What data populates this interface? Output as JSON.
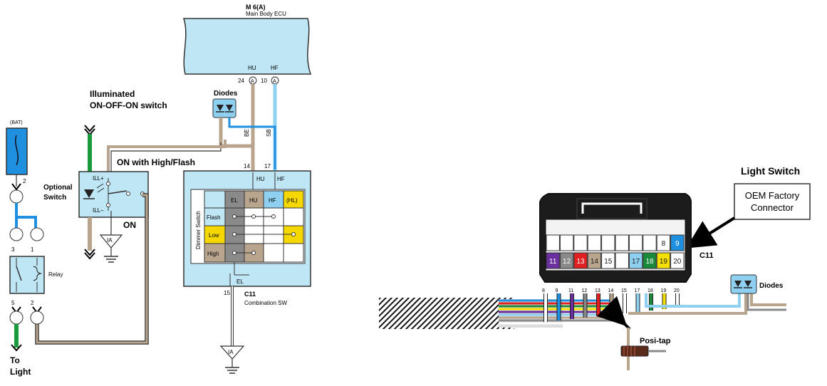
{
  "ecu": {
    "code": "M 6(A)",
    "name": "Main Body ECU",
    "pin_hu_name": "HU",
    "pin_hf_name": "HF",
    "pin_hu_num": "24",
    "pin_hf_num": "10",
    "pin_letter": "A"
  },
  "diodes_left": "Diodes",
  "switch_title": {
    "line1": "Illuminated",
    "line2": "ON-OFF-ON switch"
  },
  "bat": "(BAT)",
  "fuse_pin": "2",
  "optional_switch": {
    "line1": "Optional",
    "line2": "Switch"
  },
  "ill_plus": "ILL+",
  "ill_minus": "ILL–",
  "on_high_flash": "ON with High/Flash",
  "on_label": "ON",
  "ia": "IA",
  "relay": {
    "label": "Relay",
    "pin3": "3",
    "pin1": "1",
    "pin5": "5",
    "pin2": "2"
  },
  "to_light": {
    "line1": "To",
    "line2": "Light"
  },
  "wires": {
    "be": "BE",
    "sb": "SB"
  },
  "combo": {
    "pin14": "14",
    "pin17": "17",
    "hu": "HU",
    "hf": "HF",
    "dimmer_switch": "Dimmer Switch",
    "col_el": "EL",
    "col_hu": "HU",
    "col_hf": "HF",
    "col_hl": "(HL)",
    "row_flash": "Flash",
    "row_low": "Low",
    "row_high": "High",
    "el": "EL",
    "pin15": "15",
    "code": "C11",
    "name": "Combination SW"
  },
  "light_switch": "Light Switch",
  "callout": {
    "line1": "OEM Factory",
    "line2": "Connector"
  },
  "c11": "C11",
  "connector": {
    "top": [
      {
        "n": "",
        "color": "#ffffff"
      },
      {
        "n": "",
        "color": "#ffffff"
      },
      {
        "n": "",
        "color": "#ffffff"
      },
      {
        "n": "",
        "color": "#ffffff"
      },
      {
        "n": "",
        "color": "#ffffff"
      },
      {
        "n": "",
        "color": "#ffffff"
      },
      {
        "n": "",
        "color": "#ffffff"
      },
      {
        "n": "",
        "color": "#ffffff"
      },
      {
        "n": "8",
        "color": "#ffffff"
      },
      {
        "n": "9",
        "color": "#1f8fe0"
      }
    ],
    "bottom": [
      {
        "n": "11",
        "color": "#6b2fa0"
      },
      {
        "n": "12",
        "color": "#8a8a8a"
      },
      {
        "n": "13",
        "color": "#e02020"
      },
      {
        "n": "14",
        "color": "#b9a48e"
      },
      {
        "n": "15",
        "color": "#ffffff"
      },
      {
        "n": "",
        "color": "#ffffff"
      },
      {
        "n": "17",
        "color": "#8fd0f0"
      },
      {
        "n": "18",
        "color": "#1a8a3a"
      },
      {
        "n": "19",
        "color": "#f5e000"
      },
      {
        "n": "20",
        "color": "#ffffff"
      }
    ]
  },
  "wire_pins": [
    {
      "n": "8",
      "color": "#ffffff"
    },
    {
      "n": "9",
      "color": "#1f8fe0"
    },
    {
      "n": "11",
      "color": "#6b2fa0"
    },
    {
      "n": "12",
      "color": "#8a8a8a"
    },
    {
      "n": "13",
      "color": "#e02020"
    },
    {
      "n": "14",
      "color": "#b9a48e"
    },
    {
      "n": "15",
      "color": "#ffffff"
    },
    {
      "n": "17",
      "color": "#8fd0f0"
    },
    {
      "n": "18",
      "color": "#1a8a3a"
    },
    {
      "n": "19",
      "color": "#f5e000"
    },
    {
      "n": "20",
      "color": "#ffffff"
    }
  ],
  "diodes_right": "Diodes",
  "posi_tap": "Posi-tap",
  "colors": {
    "ecu_fill": "#bfe6f5",
    "light_blue": "#8fd0f0",
    "beige": "#b9a48e",
    "green": "#1a9a3a",
    "yellow": "#f5d800",
    "gray": "#8a8a8a"
  }
}
